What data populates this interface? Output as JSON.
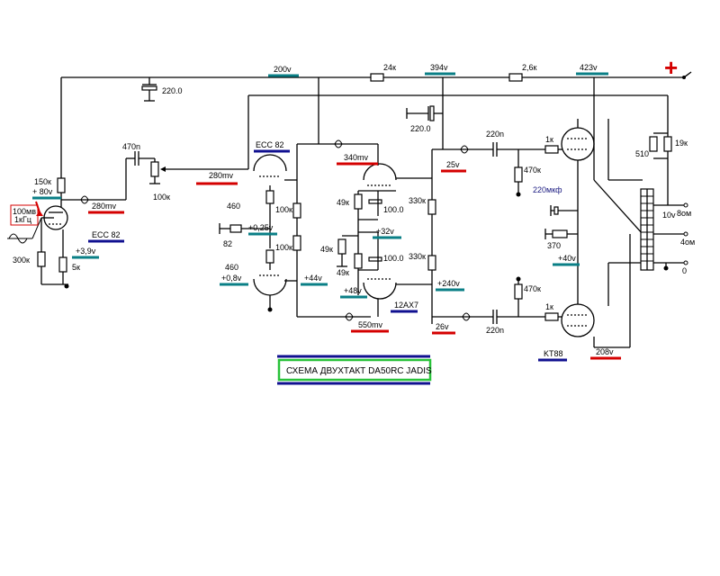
{
  "title": "СХЕМА ДВУХТАКТ DA50RC JADIS",
  "colors": {
    "red": "#d40000",
    "teal": "#0a7f86",
    "blue": "#101090",
    "green": "#29c23a",
    "wire": "#000000"
  },
  "input": {
    "level": "100мв",
    "freq": "1кГц"
  },
  "voltages": {
    "v200": "200v",
    "v394": "394v",
    "v423": "423v",
    "v80": "+ 80v",
    "v280mv_a": "280mv",
    "v280mv_b": "280mv",
    "v025": "+0,25v",
    "v08": "+0,8v",
    "v44": "+44v",
    "v340mv": "340mv",
    "v32": "+32v",
    "v48": "+48v",
    "v550mv": "550mv",
    "v25": "25v",
    "v240": "+240v",
    "v26": "26v",
    "v40": "+40v",
    "v208": "208v",
    "v39": "+3,9v",
    "v10": "10v"
  },
  "tubes": {
    "ecc82_in": "ECC 82",
    "ecc82": "ECC 82",
    "ax7": "12AX7",
    "kt88": "KT88"
  },
  "components": {
    "r24k": "24к",
    "r26k": "2,6к",
    "c220_top": "220.0",
    "c470n": "470n",
    "pot100k": "100к",
    "r150k": "150к",
    "r300k": "300к",
    "r5k": "5к",
    "r460a": "460",
    "r82": "82",
    "r460b": "460",
    "r100k_a": "100к",
    "r100k_b": "100к",
    "r49k_a": "49к",
    "r49k_b": "49к",
    "r49k_c": "49к",
    "c100_a": "100.0",
    "c100_b": "100.0",
    "c220_mid": "220.0",
    "r330k_a": "330к",
    "r330k_b": "330к",
    "c220n_a": "220n",
    "c220n_b": "220n",
    "r470k_a": "470к",
    "r470k_b": "470к",
    "r1k_a": "1к",
    "r1k_b": "1к",
    "c220mkf": "220мкф",
    "r370": "370",
    "r510": "510",
    "r19k": "19к"
  },
  "outputs": {
    "o8": "8ом",
    "o4": "4ом",
    "o0": "0"
  },
  "plus_sign": "+"
}
